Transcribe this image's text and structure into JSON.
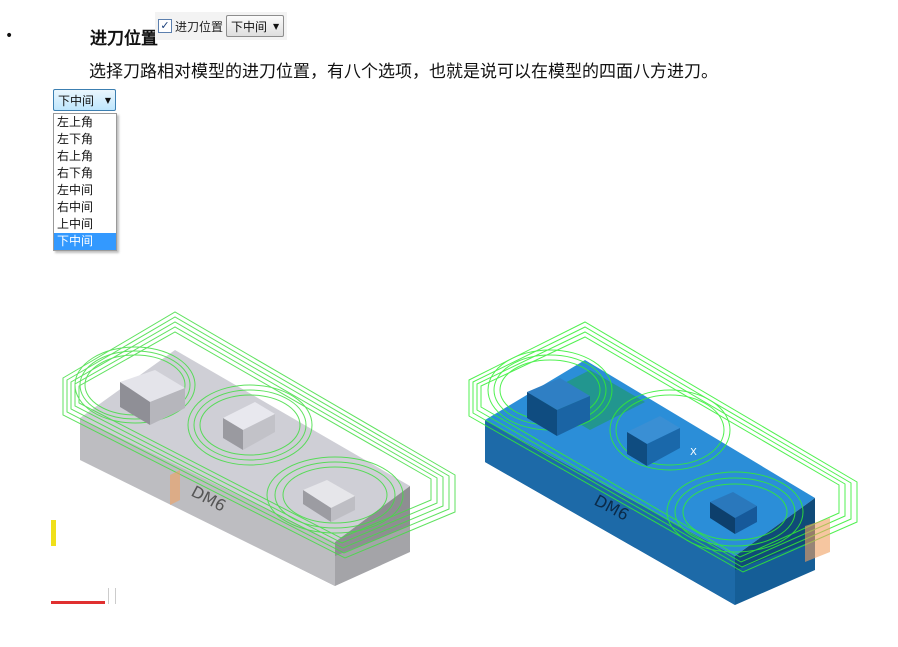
{
  "bullet": "•",
  "heading": "进刀位置",
  "inline_control": {
    "checkbox_label": "进刀位置",
    "checked": true,
    "combo_value": "下中间"
  },
  "description": "选择刀路相对模型的进刀位置，有八个选项，也就是说可以在模型的四面八方进刀。",
  "dropdown": {
    "selected": "下中间",
    "options": [
      "左上角",
      "左下角",
      "右上角",
      "右下角",
      "左中间",
      "右中间",
      "上中间",
      "下中间"
    ]
  },
  "model_label": "DM6",
  "axis_label": "X",
  "colors": {
    "toolpath_green": "#33dd33",
    "block_gray": "#b8b8bc",
    "block_blue": "#1f6eb0",
    "highlight_blue": "#3399ff",
    "accent_orange": "#f0a060"
  }
}
